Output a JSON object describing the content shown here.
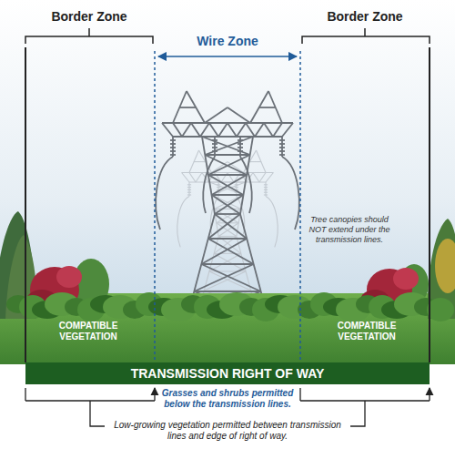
{
  "diagram": {
    "nodes": [
      {
        "text": [
          "TRANSMISSION RIGHT OF WAY"
        ]
      }
    ],
    "labels": [
      "Border Zone",
      "Wire Zone",
      "Border Zone",
      "Tree canopies should NOT extend under the transmission lines.",
      "COMPATIBLE VEGETATION",
      "COMPATIBLE VEGETATION",
      "Grasses and shrubs permitted below the transmission lines.",
      "Low-growing vegetation permitted between transmission lines and edge of right of way."
    ]
  }
}
